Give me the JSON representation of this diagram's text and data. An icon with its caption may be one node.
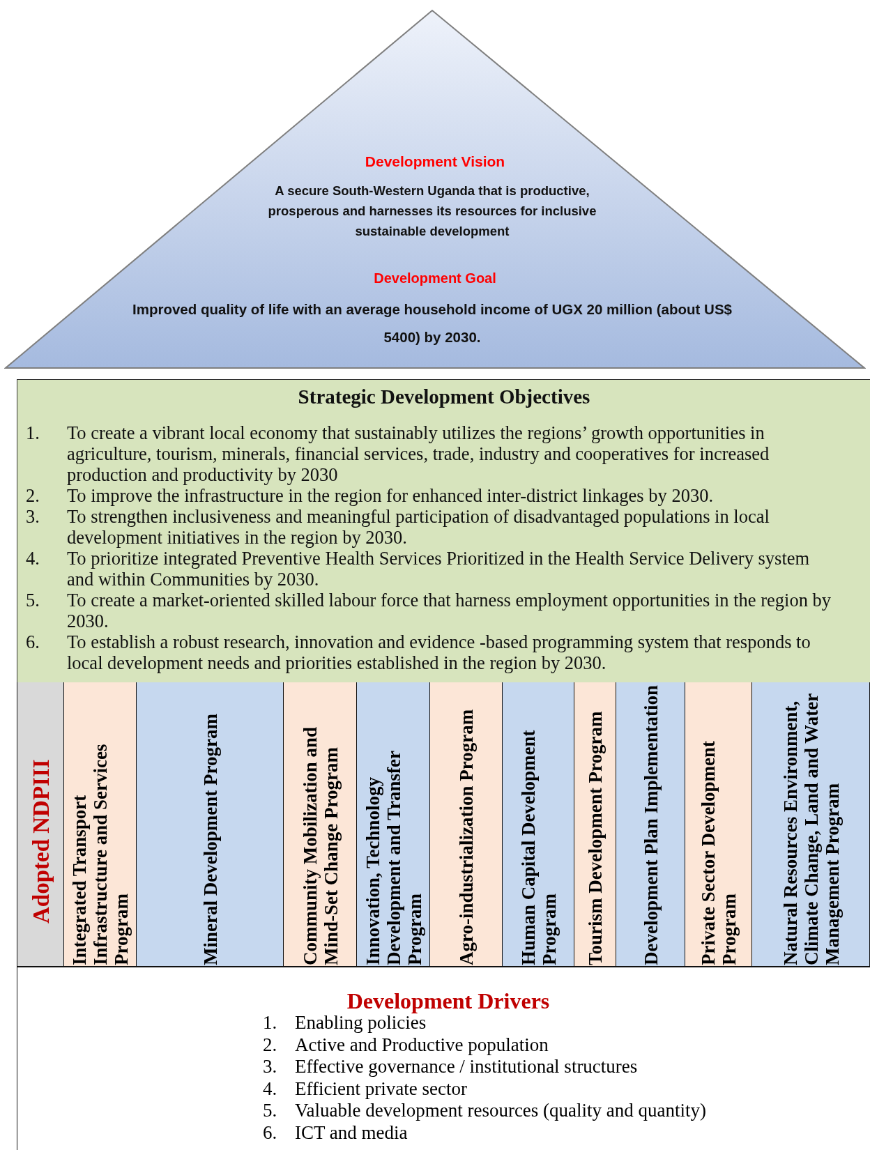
{
  "diagram": {
    "nodes": [
      {
        "text": [
          "Development Vision",
          "A secure South-Western Uganda that is productive, prosperous and harnesses its resources for inclusive sustainable development",
          "Development Goal",
          "Improved quality of life with an average household income of UGX 20 million (about US$ 5400) by 2030."
        ]
      },
      {
        "text": [
          "Strategic Development Objectives",
          "1. To create a vibrant local economy that sustainably utilizes the regions’ growth opportunities in agriculture, tourism, minerals, financial services, trade, industry and cooperatives for increased production and productivity by 2030",
          "2. To improve the infrastructure in the region for enhanced inter-district linkages by 2030.",
          "3. To strengthen inclusiveness and meaningful participation of disadvantaged populations in local development initiatives in the region by 2030.",
          "4. To prioritize integrated Preventive Health Services Prioritized in the Health Service Delivery system and within Communities by 2030.",
          "5. To create a market-oriented skilled labour force that harness employment opportunities in the region by 2030.",
          "6. To establish a robust research, innovation and evidence -based programming system that responds to local development needs and priorities established in the region by 2030."
        ]
      },
      {
        "text": [
          "Adopted NDPIII"
        ]
      },
      {
        "text": [
          "Integrated Transport Infrastructure and Services Program"
        ]
      },
      {
        "text": [
          "Mineral Development Program"
        ]
      },
      {
        "text": [
          "Community Mobilization and Mind-Set Change Program"
        ]
      },
      {
        "text": [
          "Innovation, Technology Development and Transfer Program"
        ]
      },
      {
        "text": [
          "Agro-industrialization Program"
        ]
      },
      {
        "text": [
          "Human Capital Development Program"
        ]
      },
      {
        "text": [
          "Tourism Development Program"
        ]
      },
      {
        "text": [
          "Development Plan Implementation"
        ]
      },
      {
        "text": [
          "Private Sector Development Program"
        ]
      },
      {
        "text": [
          "Natural Resources Environment, Climate Change, Land and Water Management Program"
        ]
      },
      {
        "text": [
          "Development Drivers",
          "1. Enabling policies",
          "2. Active and Productive population",
          "3. Effective governance / institutional structures",
          "4. Efficient private sector",
          "5. Valuable development resources (quality and quantity)",
          "6. ICT and media"
        ]
      }
    ],
    "edges": []
  }
}
